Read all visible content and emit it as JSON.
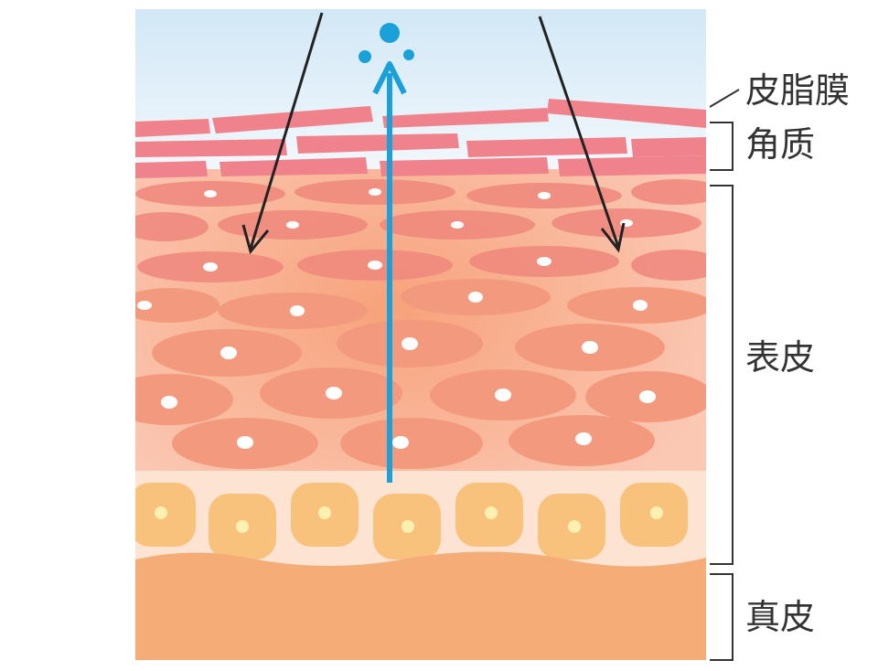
{
  "labels": {
    "sebum_film": "皮脂膜",
    "stratum_corneum": "角质",
    "epidermis": "表皮",
    "dermis": "真皮"
  },
  "colors": {
    "sky_top": "#dfeef8",
    "corneum_cell": "#f0828c",
    "epidermis_cell": "#f2937e",
    "epidermis_bg": "#fbc3ad",
    "basal_cell": "#f8c27c",
    "basal_nucleus": "#fdf0b0",
    "dermis": "#f5ad77",
    "water_arrow": "#1aa1da",
    "inward_arrow": "#222222",
    "label_text": "#333333"
  },
  "icons": [
    "water-droplet-icon",
    "up-arrow-icon",
    "down-arrow-icon"
  ]
}
